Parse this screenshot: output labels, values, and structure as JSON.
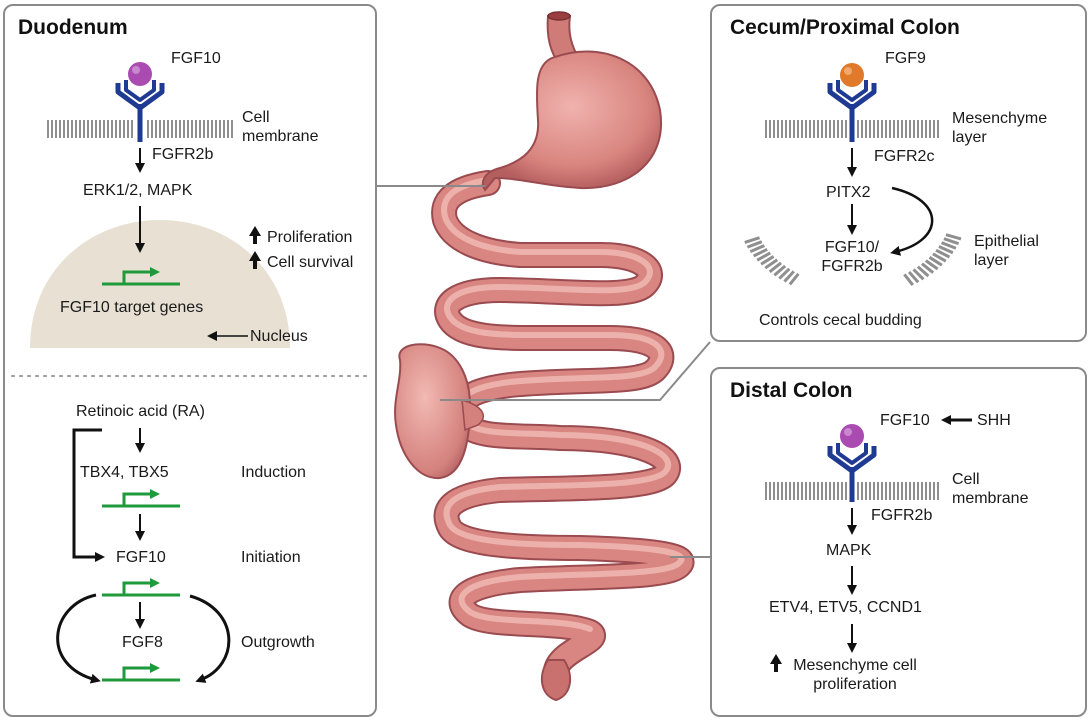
{
  "duodenum": {
    "title": "Duodenum",
    "ligand": "FGF10",
    "membrane": "Cell\nmembrane",
    "receptor": "FGFR2b",
    "signal": "ERK1/2, MAPK",
    "effect1": "Proliferation",
    "effect2": "Cell survival",
    "target_genes": "FGF10 target genes",
    "nucleus": "Nucleus",
    "ra": "Retinoic acid (RA)",
    "tbx": "TBX4, TBX5",
    "induction": "Induction",
    "fgf10": "FGF10",
    "initiation": "Initiation",
    "fgf8": "FGF8",
    "outgrowth": "Outgrowth"
  },
  "cecum": {
    "title": "Cecum/Proximal Colon",
    "ligand": "FGF9",
    "layer": "Mesenchyme\nlayer",
    "receptor": "FGFR2c",
    "pitx2": "PITX2",
    "fgf": "FGF10/\nFGFR2b",
    "epithelial": "Epithelial\nlayer",
    "budding": "Controls cecal budding"
  },
  "distal": {
    "title": "Distal Colon",
    "ligand": "FGF10",
    "shh": "SHH",
    "membrane": "Cell\nmembrane",
    "receptor": "FGFR2b",
    "signal": "MAPK",
    "genes": "ETV4, ETV5, CCND1",
    "effect": "Mesenchyme cell\nproliferation"
  },
  "colors": {
    "receptor": "#1f3a93",
    "ligand_fgf10": "#a94bb0",
    "ligand_fgf9": "#e07a2a",
    "gene": "#1f9a3a",
    "gut": "#d98a8a",
    "gut_dark": "#b25a5e",
    "panel_border": "#8a8a8a",
    "nucleus": "#e8e1d3"
  }
}
